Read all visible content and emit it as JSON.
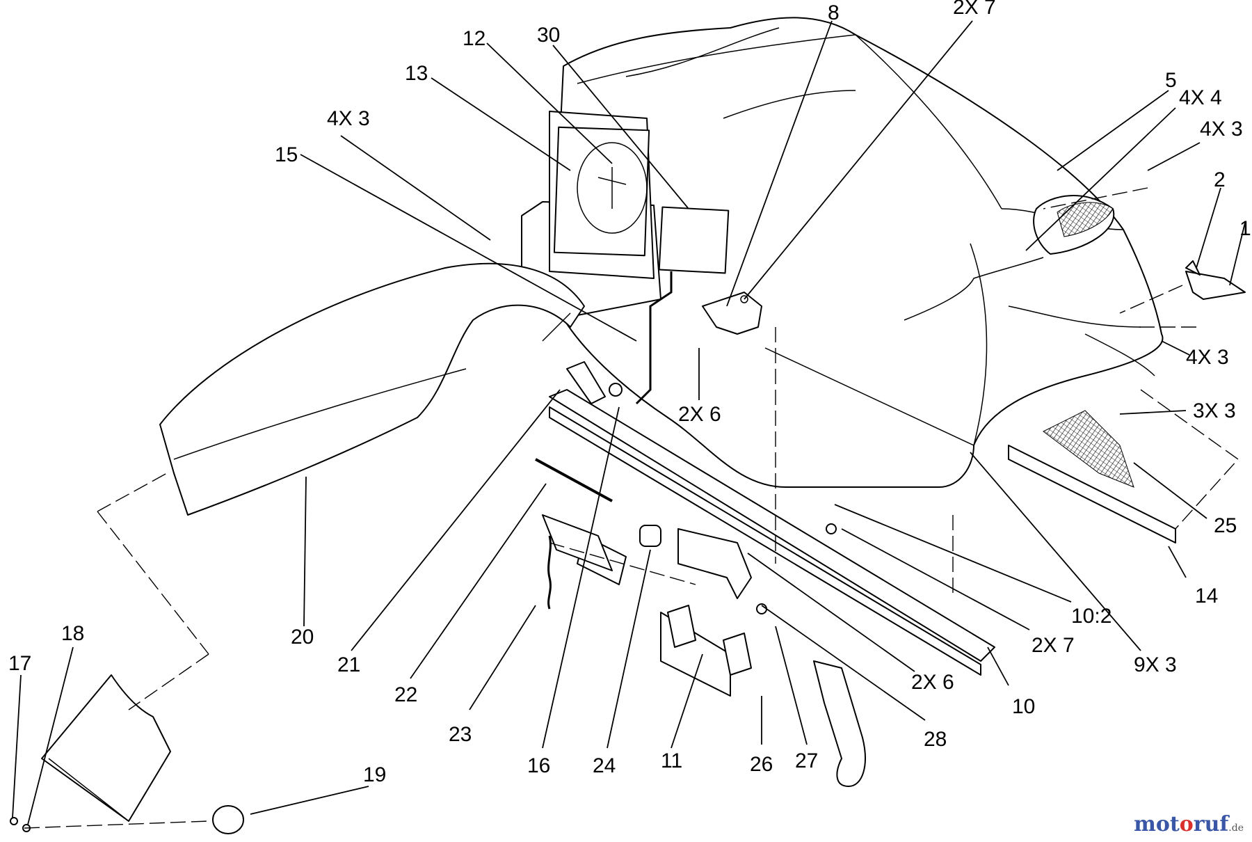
{
  "callouts": {
    "c8": "8",
    "c2x7_top": "2X 7",
    "c12": "12",
    "c30": "30",
    "c13": "13",
    "c4x3_left": "4X 3",
    "c15": "15",
    "c5": "5",
    "c4x4": "4X 4",
    "c4x3_right_top": "4X 3",
    "c2": "2",
    "c1": "1",
    "c4x3_right_mid": "4X 3",
    "c3x3": "3X 3",
    "c2x6_upper": "2X 6",
    "c25": "25",
    "c14": "14",
    "c10_2": "10:2",
    "c2x7_lower": "2X 7",
    "c9x3": "9X 3",
    "c20": "20",
    "c21": "21",
    "c22": "22",
    "c23": "23",
    "c16": "16",
    "c24": "24",
    "c11": "11",
    "c26": "26",
    "c27": "27",
    "c28": "28",
    "c2x6_lower": "2X 6",
    "c10": "10",
    "c17": "17",
    "c18": "18",
    "c19": "19"
  },
  "watermark": {
    "part1": "mot",
    "part2": "o",
    "part3": "ruf",
    "suffix": ".de"
  }
}
